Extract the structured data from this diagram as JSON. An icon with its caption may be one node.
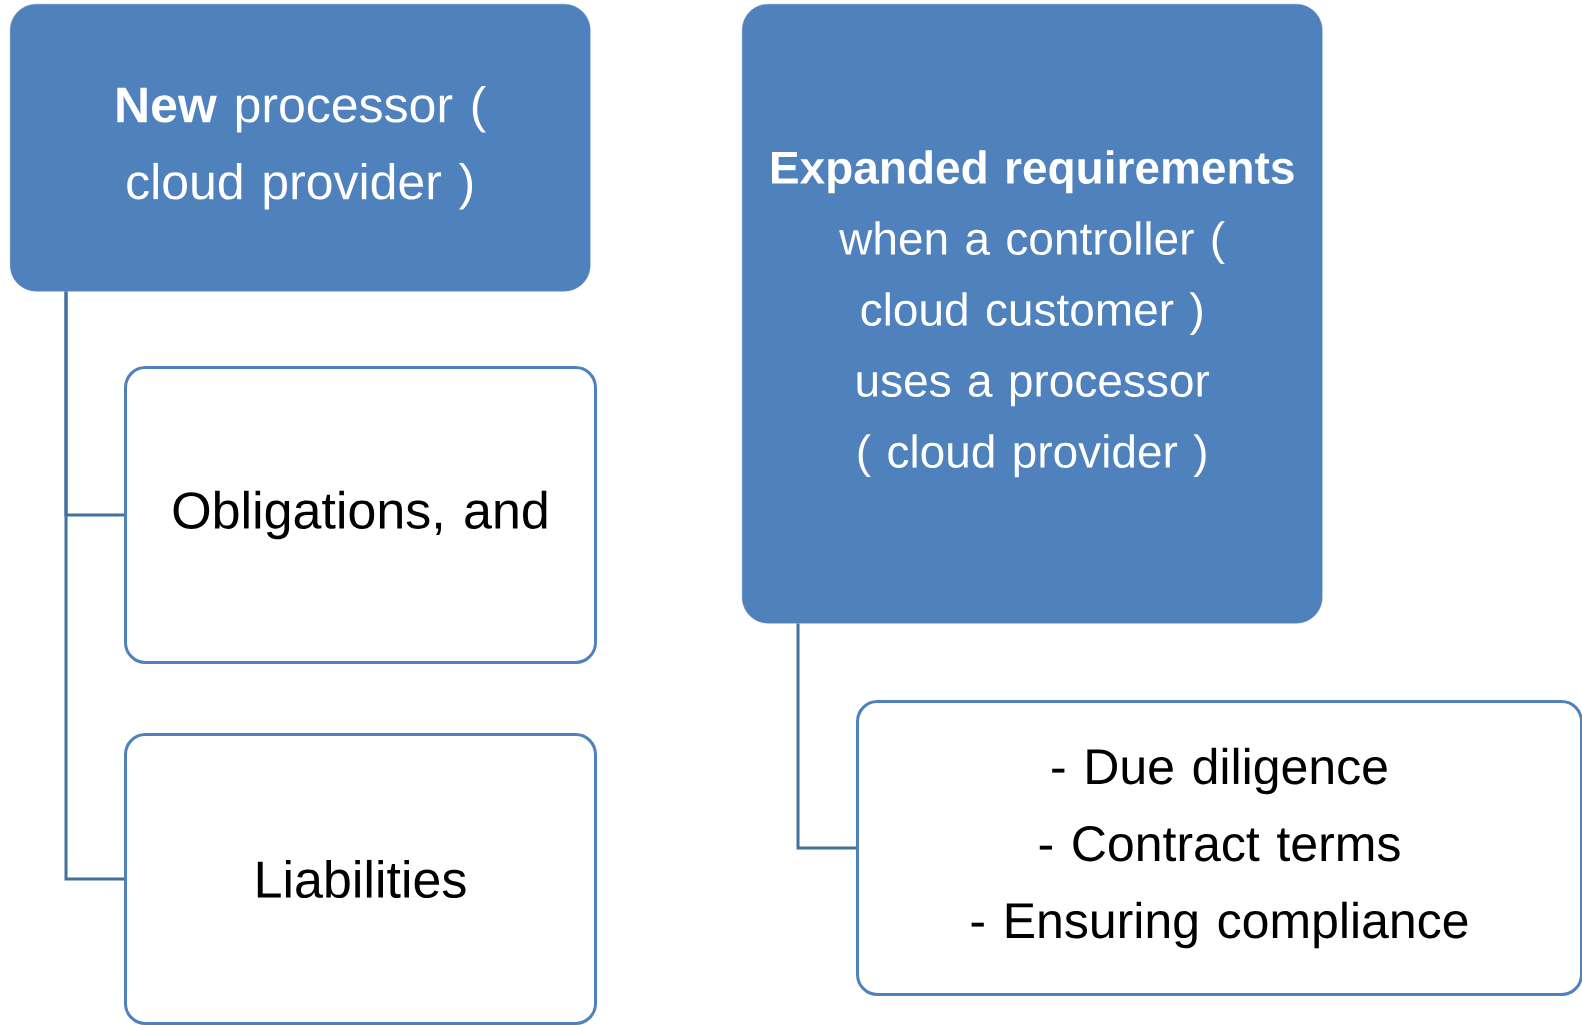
{
  "diagram": {
    "nodes": [
      {
        "text": [
          "**New** processor ( cloud provider )"
        ]
      },
      {
        "text": [
          "Obligations, and"
        ]
      },
      {
        "text": [
          "Liabilities"
        ]
      },
      {
        "text": [
          "**Expanded requirements** when a controller ( cloud customer ) uses a processor ( cloud provider )"
        ]
      },
      {
        "text": [
          "- Due diligence",
          "- Contract terms",
          "- Ensuring compliance"
        ]
      }
    ],
    "edges": [
      {
        "from": 0,
        "to": 1,
        "arrow": "none"
      },
      {
        "from": 0,
        "to": 2,
        "arrow": "none"
      },
      {
        "from": 3,
        "to": 4,
        "arrow": "none"
      }
    ]
  }
}
